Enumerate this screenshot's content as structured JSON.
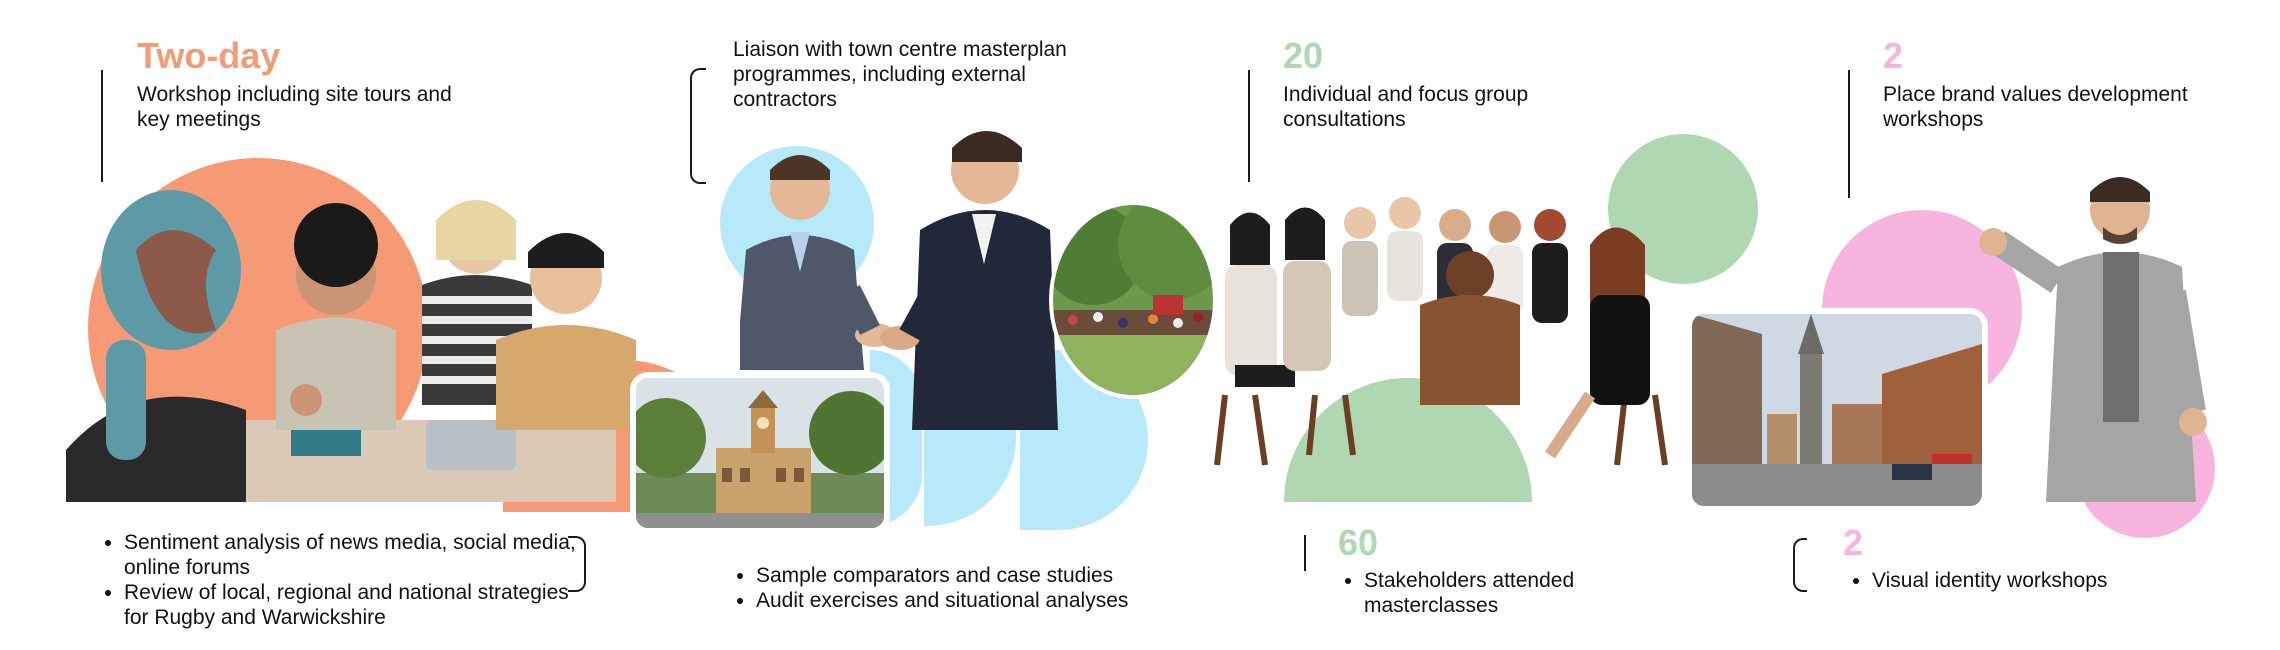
{
  "colors": {
    "orange": "#F59A75",
    "blue": "#B7E9FA",
    "green": "#AED7B2",
    "pink": "#F7B4DF"
  },
  "sections": {
    "workshop": {
      "stat": "Two-day",
      "label": "Workshop including site tours and key meetings",
      "bullets": [
        "Sentiment analysis of news media, social media, online forums",
        "Review of local, regional and national strategies for Rugby and Warwickshire"
      ]
    },
    "liaison": {
      "label": "Liaison with town centre masterplan programmes, including external contractors",
      "bullets": [
        "Sample comparators and case studies",
        "Audit exercises and situational analyses"
      ]
    },
    "consultations": {
      "stat": "20",
      "label": "Individual and focus group consultations"
    },
    "masterclasses": {
      "stat": "60",
      "bullets": [
        "Stakeholders attended masterclasses"
      ]
    },
    "brand": {
      "stat": "2",
      "label": "Place brand values development workshops"
    },
    "identity": {
      "stat": "2",
      "bullets": [
        "Visual identity workshops"
      ]
    }
  }
}
